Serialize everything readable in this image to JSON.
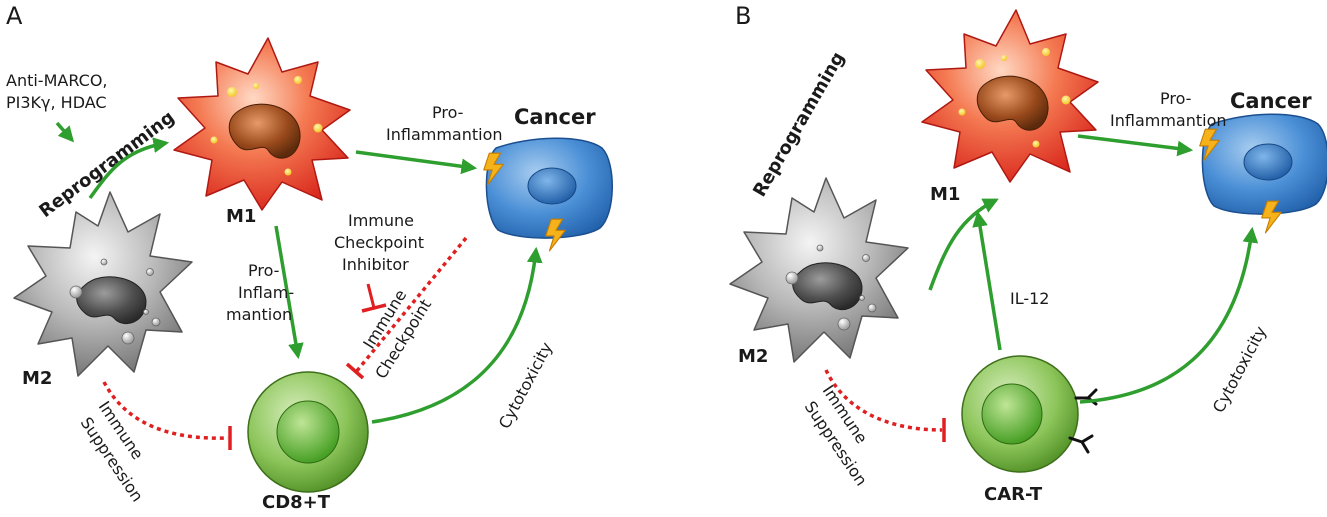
{
  "panels": {
    "a": {
      "letter": "A",
      "drugs_line1": "Anti-MARCO,",
      "drugs_line2": "PI3Kγ, HDAC",
      "reprogramming": "Reprogramming",
      "m1": "M1",
      "m2": "M2",
      "cancer": "Cancer",
      "pro_infl_top_1": "Pro-",
      "pro_infl_top_2": "Inflammantion",
      "pro_infl_left_1": "Pro-",
      "pro_infl_left_2": "Inflam-",
      "pro_infl_left_3": "mantion",
      "ici_1": "Immune",
      "ici_2": "Checkpoint",
      "ici_3": "Inhibitor",
      "checkpoint_1": "Immune",
      "checkpoint_2": "Checkpoint",
      "suppression_1": "Immune",
      "suppression_2": "Suppression",
      "cytotoxicity": "Cytotoxicity",
      "tcell": "CD8+T"
    },
    "b": {
      "letter": "B",
      "reprogramming": "Reprogramming",
      "m1": "M1",
      "m2": "M2",
      "cancer": "Cancer",
      "pro_infl_1": "Pro-",
      "pro_infl_2": "Inflammantion",
      "il12": "IL-12",
      "suppression_1": "Immune",
      "suppression_2": "Suppression",
      "cytotoxicity": "Cytotoxicity",
      "tcell": "CAR-T"
    }
  },
  "colors": {
    "activation_arrow": "#2e9e2e",
    "inhibition": "#e02020",
    "m1_cell": "#e8402a",
    "m2_cell": "#8a8a8a",
    "cancer_cell": "#3a7bc8",
    "t_cell": "#6fb33a",
    "lightning": "#f5b21a"
  }
}
